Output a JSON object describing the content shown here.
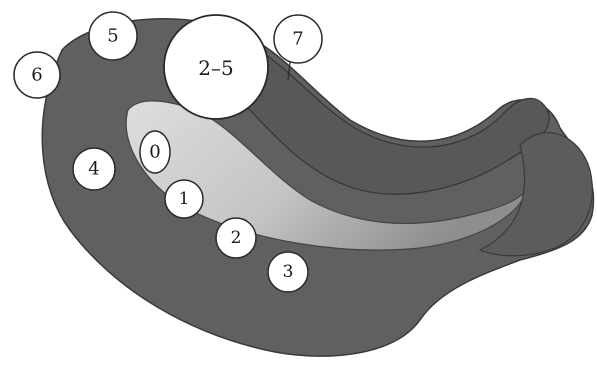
{
  "colors": {
    "body": "#5f5f5f",
    "body_edge": "#2f2f2f",
    "inner_light": "#dcdcdc",
    "inner_dark": "#8a8a8a",
    "circle_fill": "#ffffff",
    "circle_stroke": "#2a2a2a"
  },
  "markers": [
    {
      "id": "6",
      "label": "6"
    },
    {
      "id": "5",
      "label": "5"
    },
    {
      "id": "2-5",
      "label": "2–5"
    },
    {
      "id": "7",
      "label": "7"
    },
    {
      "id": "4",
      "label": "4"
    },
    {
      "id": "0",
      "label": "0"
    },
    {
      "id": "1",
      "label": "1"
    },
    {
      "id": "2",
      "label": "2"
    },
    {
      "id": "3",
      "label": "3"
    }
  ]
}
